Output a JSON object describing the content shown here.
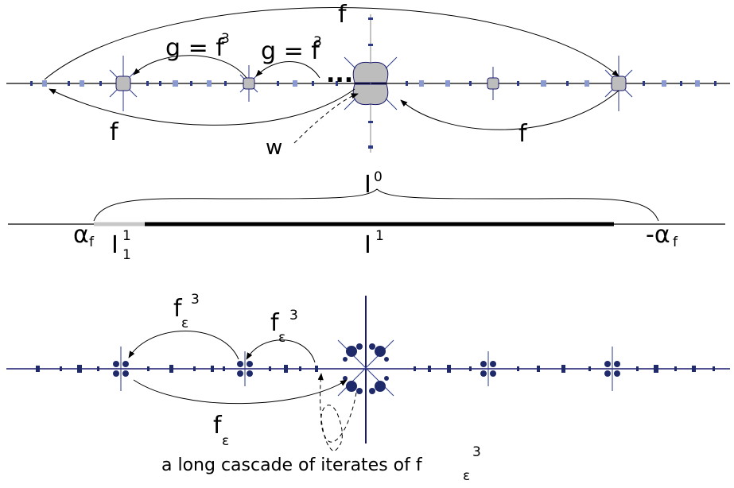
{
  "colors": {
    "ink": "#000000",
    "julia_fill": "#bdbdbd",
    "julia_edge": "#1a1a6e",
    "dark_julia": "#1f2a6b",
    "segment_light": "#c8c8c8"
  },
  "top_panel": {
    "label_f_top": "f",
    "label_g1": "g = f",
    "label_g1_exp": "3",
    "label_g2": "g = f",
    "label_g2_exp": "3",
    "ellipsis": "...",
    "label_f_left": "f",
    "label_f_right": "f",
    "label_w": "w"
  },
  "middle_panel": {
    "label_I0": "I",
    "label_I0_sup": "0",
    "label_alpha": "α",
    "label_alpha_sub": "f",
    "label_I11": "I",
    "label_I11_sup": "1",
    "label_I11_sub": "1",
    "label_I1": "I",
    "label_I1_sup": "1",
    "label_neg_alpha": "-α",
    "label_neg_alpha_sub": "f"
  },
  "bottom_panel": {
    "label_fe3_left": "f",
    "label_fe3_left_sub": "ε",
    "label_fe3_left_sup": "3",
    "label_fe3_right": "f",
    "label_fe3_right_sub": "ε",
    "label_fe3_right_sup": "3",
    "label_fe": "f",
    "label_fe_sub": "ε",
    "caption": "a long cascade of iterates of f",
    "caption_sub": "ε",
    "caption_sup": "3"
  }
}
